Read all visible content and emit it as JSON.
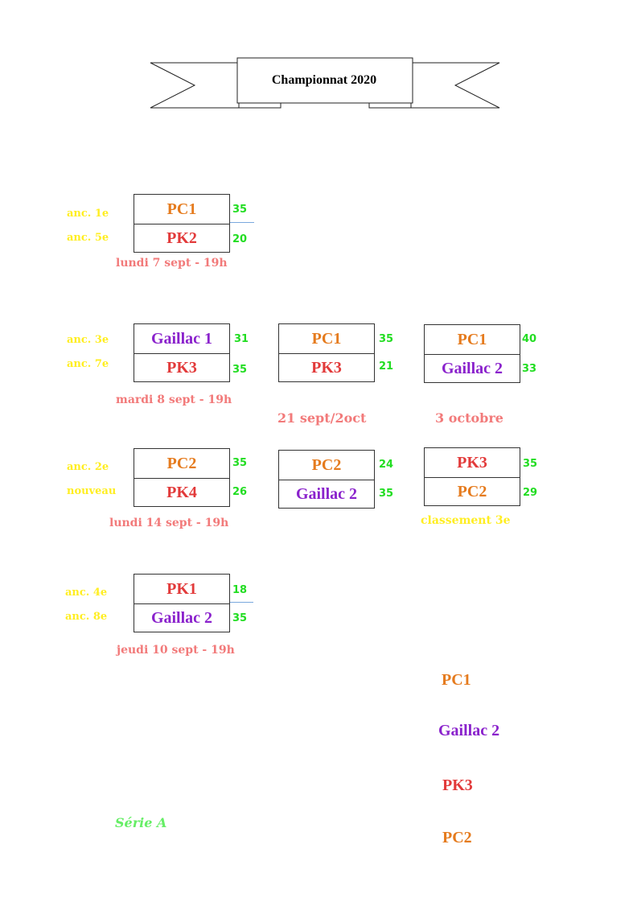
{
  "banner": {
    "title": "Championnat 2020"
  },
  "colors": {
    "orange": "#e57b1e",
    "red": "#e23a3a",
    "purple": "#8a22cc",
    "score_green": "#22dd22",
    "rank_yellow": "#ffee22",
    "date_salmon": "#f27a7a",
    "serie_green": "#66ee66"
  },
  "matches": {
    "r1_m1": {
      "top": {
        "team": "PC1",
        "score": "35"
      },
      "bottom": {
        "team": "PK2",
        "score": "20"
      },
      "rank_top": "anc. 1e",
      "rank_bottom": "anc. 5e",
      "date": "lundi 7 sept - 19h"
    },
    "r1_m2": {
      "top": {
        "team": "Gaillac 1",
        "score": "31"
      },
      "bottom": {
        "team": "PK3",
        "score": "35"
      },
      "rank_top": "anc. 3e",
      "rank_bottom": "anc. 7e",
      "date": "mardi 8 sept - 19h"
    },
    "r1_m3": {
      "top": {
        "team": "PC2",
        "score": "35"
      },
      "bottom": {
        "team": "PK4",
        "score": "26"
      },
      "rank_top": "anc. 2e",
      "rank_bottom": "nouveau",
      "date": "lundi 14 sept - 19h"
    },
    "r1_m4": {
      "top": {
        "team": "PK1",
        "score": "18"
      },
      "bottom": {
        "team": "Gaillac 2",
        "score": "35"
      },
      "rank_top": "anc. 4e",
      "rank_bottom": "anc. 8e",
      "date": "jeudi 10 sept - 19h"
    },
    "r2_m1": {
      "top": {
        "team": "PC1",
        "score": "35"
      },
      "bottom": {
        "team": "PK3",
        "score": "21"
      }
    },
    "r2_m2": {
      "top": {
        "team": "PC2",
        "score": "24"
      },
      "bottom": {
        "team": "Gaillac 2",
        "score": "35"
      }
    },
    "final": {
      "top": {
        "team": "PC1",
        "score": "40"
      },
      "bottom": {
        "team": "Gaillac 2",
        "score": "33"
      }
    },
    "third": {
      "top": {
        "team": "PK3",
        "score": "35"
      },
      "bottom": {
        "team": "PC2",
        "score": "29"
      },
      "label": "classement 3e"
    }
  },
  "round_dates": {
    "semi": "21 sept/2oct",
    "final": "3 octobre"
  },
  "ranking": [
    "PC1",
    "Gaillac 2",
    "PK3",
    "PC2"
  ],
  "serie": "Série A"
}
